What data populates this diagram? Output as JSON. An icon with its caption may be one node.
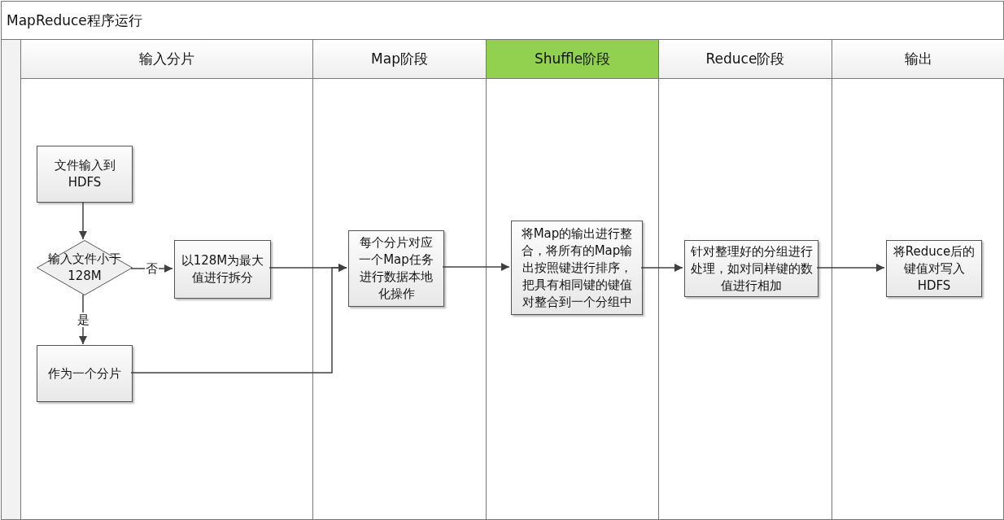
{
  "diagram": {
    "nodes": [
      {
        "text": [
          "MapReduce程序运行"
        ]
      },
      {
        "text": [
          "输入分片"
        ],
        "in": 0
      },
      {
        "text": [
          "Map阶段"
        ],
        "in": 0
      },
      {
        "text": [
          "Shuffle阶段"
        ],
        "in": 0
      },
      {
        "text": [
          "Reduce阶段"
        ],
        "in": 0
      },
      {
        "text": [
          "输出"
        ],
        "in": 0
      },
      {
        "text": [
          "文件输入到HDFS"
        ],
        "in": 1
      },
      {
        "text": [
          "输入文件小于128M"
        ],
        "in": 1
      },
      {
        "text": [
          "以128M为最大值进行拆分"
        ],
        "in": 1
      },
      {
        "text": [
          "作为一个分片"
        ],
        "in": 1
      },
      {
        "text": [
          "每个分片对应一个Map任务进行数据本地化操作"
        ],
        "in": 2
      },
      {
        "text": [
          "将Map的输出进行整合，将所有的Map输出按照键进行排序，把具有相同键的键值对整合到一个分组中"
        ],
        "in": 3
      },
      {
        "text": [
          "针对整理好的分组进行处理，如对同样键的数值进行相加"
        ],
        "in": 4
      },
      {
        "text": [
          "将Reduce后的键值对写入HDFS"
        ],
        "in": 5
      }
    ],
    "edges": [
      {
        "from": 6,
        "to": 7,
        "arrow": "to"
      },
      {
        "from": 7,
        "to": 8,
        "arrow": "to",
        "label": "否"
      },
      {
        "from": 7,
        "to": 9,
        "arrow": "to",
        "label": "是"
      },
      {
        "from": 8,
        "to": 10,
        "arrow": "to"
      },
      {
        "from": 9,
        "to": 10,
        "arrow": "to"
      },
      {
        "from": 10,
        "to": 11,
        "arrow": "to"
      },
      {
        "from": 11,
        "to": 12,
        "arrow": "to"
      },
      {
        "from": 12,
        "to": 13,
        "arrow": "to"
      }
    ]
  }
}
